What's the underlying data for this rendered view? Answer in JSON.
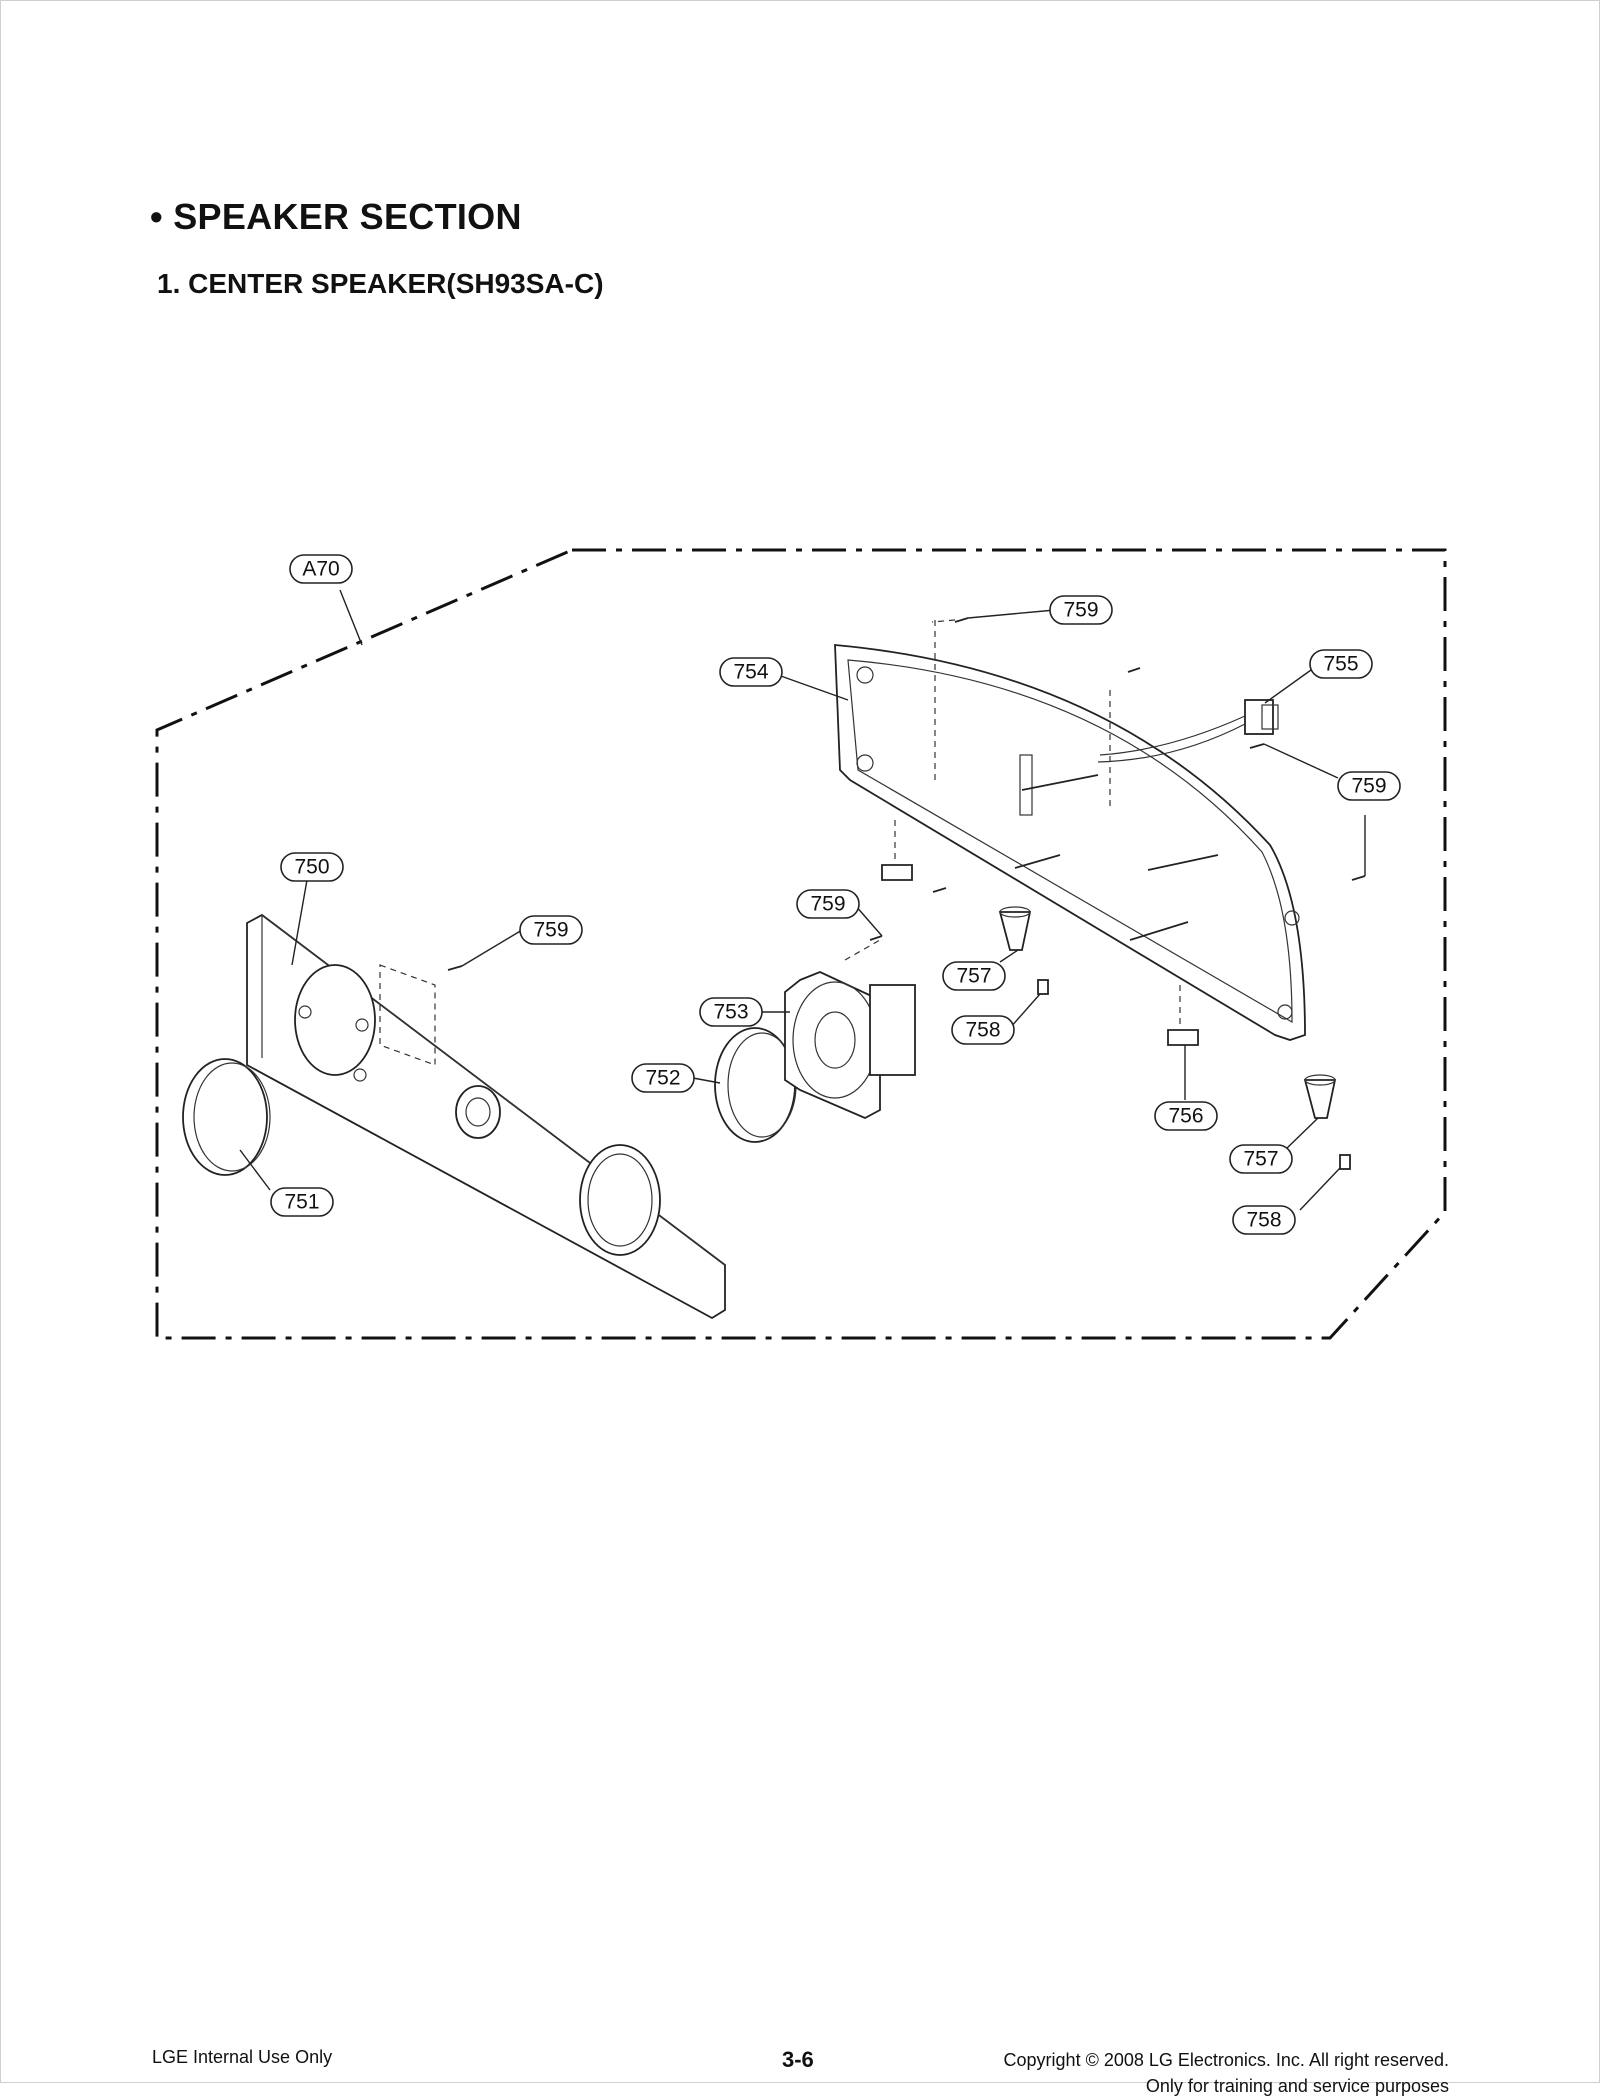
{
  "header": {
    "section_title": "• SPEAKER SECTION",
    "subsection_title": "1. CENTER SPEAKER(SH93SA-C)"
  },
  "diagram": {
    "assembly_label": "A70",
    "callouts": [
      "759",
      "754",
      "755",
      "759",
      "750",
      "759",
      "759",
      "757",
      "753",
      "758",
      "752",
      "756",
      "757",
      "751",
      "758"
    ]
  },
  "footer": {
    "left": "LGE Internal Use Only",
    "page_number": "3-6",
    "copyright": "Copyright © 2008 LG Electronics. Inc. All right reserved.",
    "purpose": "Only for training and service purposes"
  }
}
